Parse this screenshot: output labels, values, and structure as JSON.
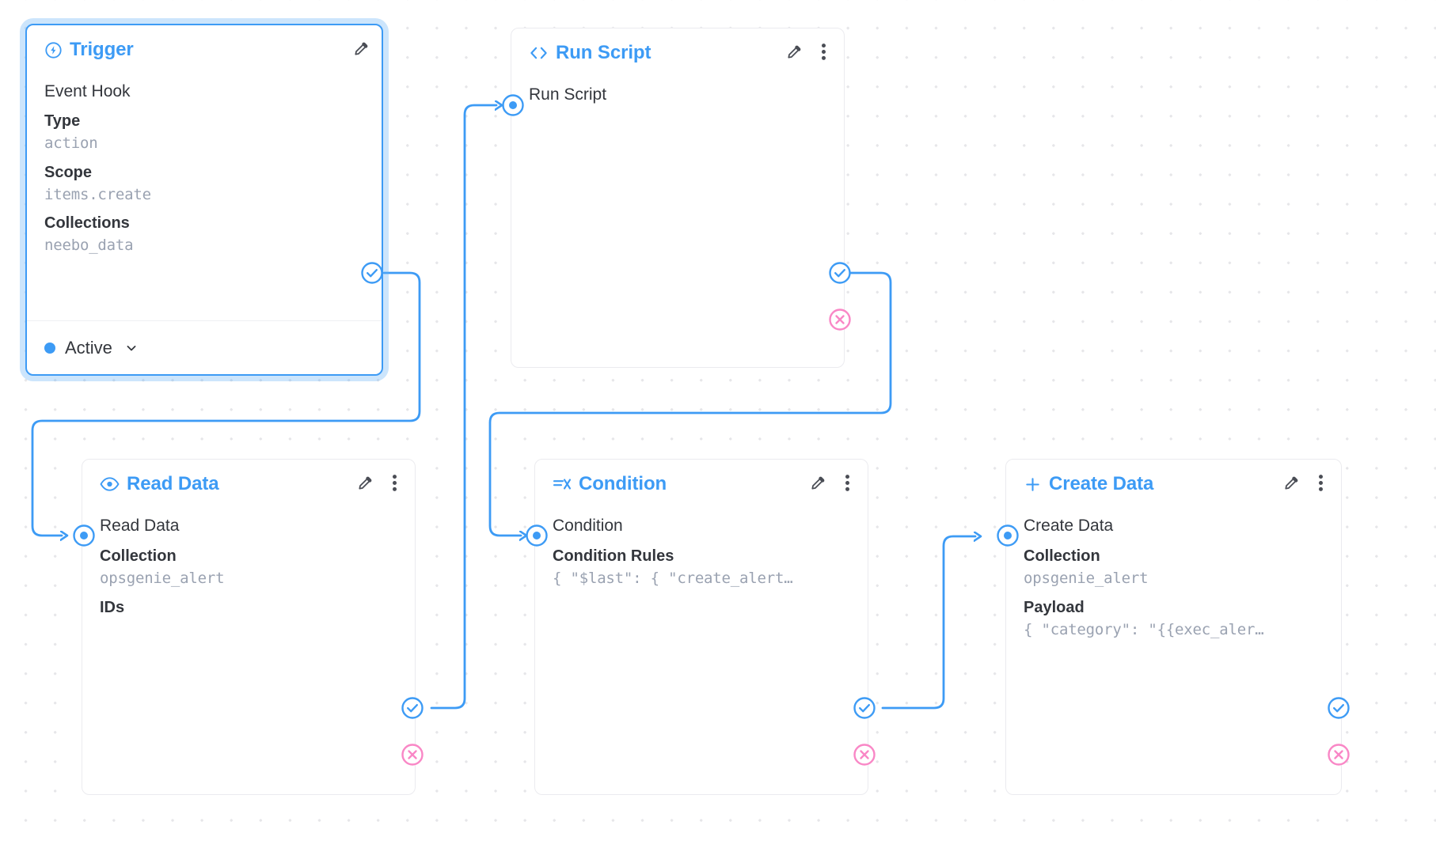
{
  "canvas": {
    "background": "#ffffff",
    "dot_color": "#e6e6e9",
    "accent": "#3d9bf5",
    "reject_color": "#f987c6",
    "muted_text": "#9aa2b1",
    "body_text": "#33363c"
  },
  "nodes": [
    {
      "id": "trigger",
      "icon": "lightning-circle-icon",
      "title": "Trigger",
      "selected": true,
      "row_title": "Event Hook",
      "fields": [
        {
          "label": "Type",
          "value": "action"
        },
        {
          "label": "Scope",
          "value": "items.create"
        },
        {
          "label": "Collections",
          "value": "neebo_data"
        }
      ],
      "footer": {
        "status_label": "Active",
        "chevron": "chevron-down-icon"
      },
      "actions": [
        "pencil-icon"
      ]
    },
    {
      "id": "run-script",
      "icon": "code-brackets-icon",
      "title": "Run Script",
      "selected": false,
      "row_title": "Run Script",
      "fields": [],
      "actions": [
        "pencil-icon",
        "kebab-menu-icon"
      ]
    },
    {
      "id": "read-data",
      "icon": "eye-icon",
      "title": "Read Data",
      "selected": false,
      "row_title": "Read Data",
      "fields": [
        {
          "label": "Collection",
          "value": "opsgenie_alert"
        },
        {
          "label": "IDs",
          "value": ""
        }
      ],
      "actions": [
        "pencil-icon",
        "kebab-menu-icon"
      ]
    },
    {
      "id": "condition",
      "icon": "condition-filter-icon",
      "title": "Condition",
      "selected": false,
      "row_title": "Condition",
      "fields": [
        {
          "label": "Condition Rules",
          "value": "{ \"$last\": { \"create_alert…"
        }
      ],
      "actions": [
        "pencil-icon",
        "kebab-menu-icon"
      ]
    },
    {
      "id": "create-data",
      "icon": "plus-icon",
      "title": "Create Data",
      "selected": false,
      "row_title": "Create Data",
      "fields": [
        {
          "label": "Collection",
          "value": "opsgenie_alert"
        },
        {
          "label": "Payload",
          "value": "{ \"category\": \"{{exec_aler…"
        }
      ],
      "actions": [
        "pencil-icon",
        "kebab-menu-icon"
      ]
    }
  ],
  "ports": {
    "resolve_label": "resolve",
    "reject_label": "reject",
    "input_label": "input"
  }
}
